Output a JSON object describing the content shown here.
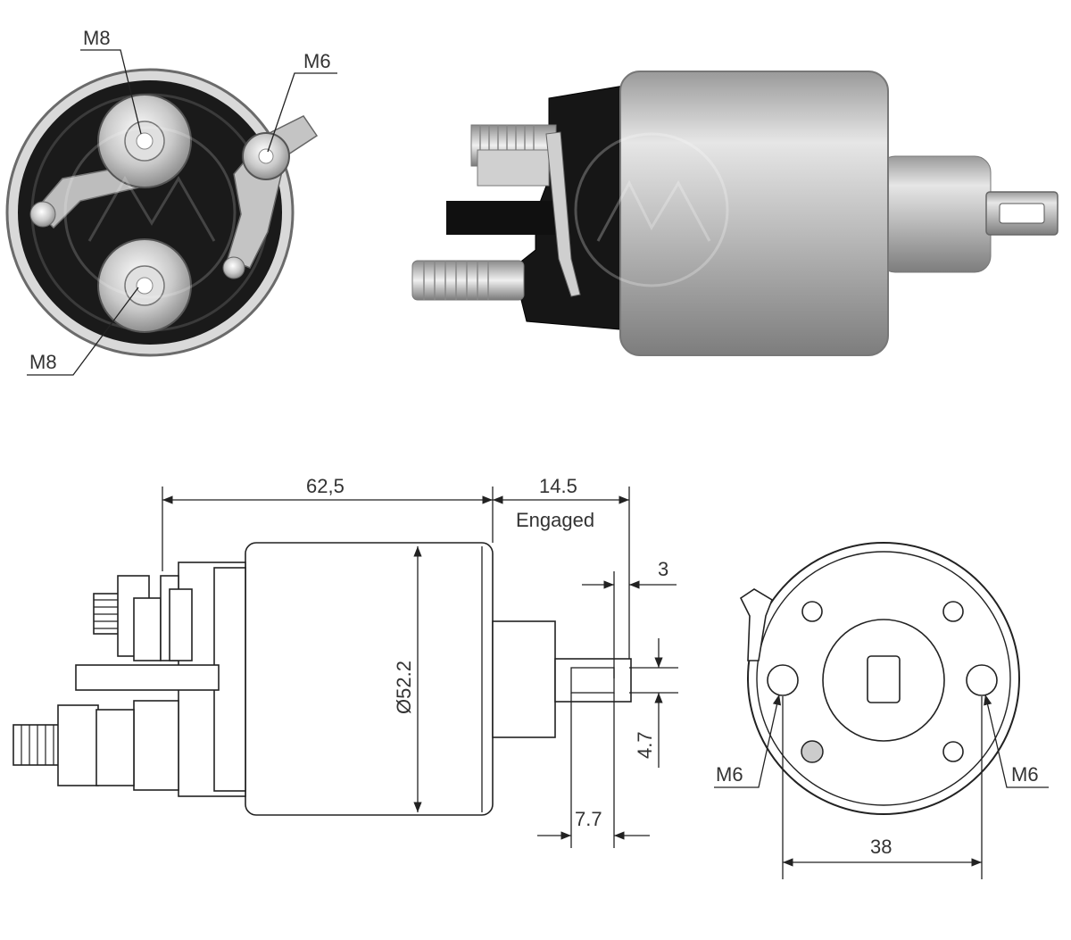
{
  "photo_top_view": {
    "labels": {
      "m8_top": "M8",
      "m6_top": "M6",
      "m8_bottom": "M8"
    }
  },
  "drawing_side_view": {
    "dims": {
      "length": "62,5",
      "stroke": "14.5",
      "stroke_note": "Engaged",
      "tab_offset": "3",
      "diameter": "Ø52.2",
      "tab_width": "4.7",
      "tab_length": "7.7"
    }
  },
  "drawing_end_view": {
    "labels": {
      "m6_left": "M6",
      "m6_right": "M6",
      "spacing": "38"
    }
  },
  "colors": {
    "metal": "#c8c8c8",
    "plastic": "#161616",
    "line": "#222222"
  }
}
